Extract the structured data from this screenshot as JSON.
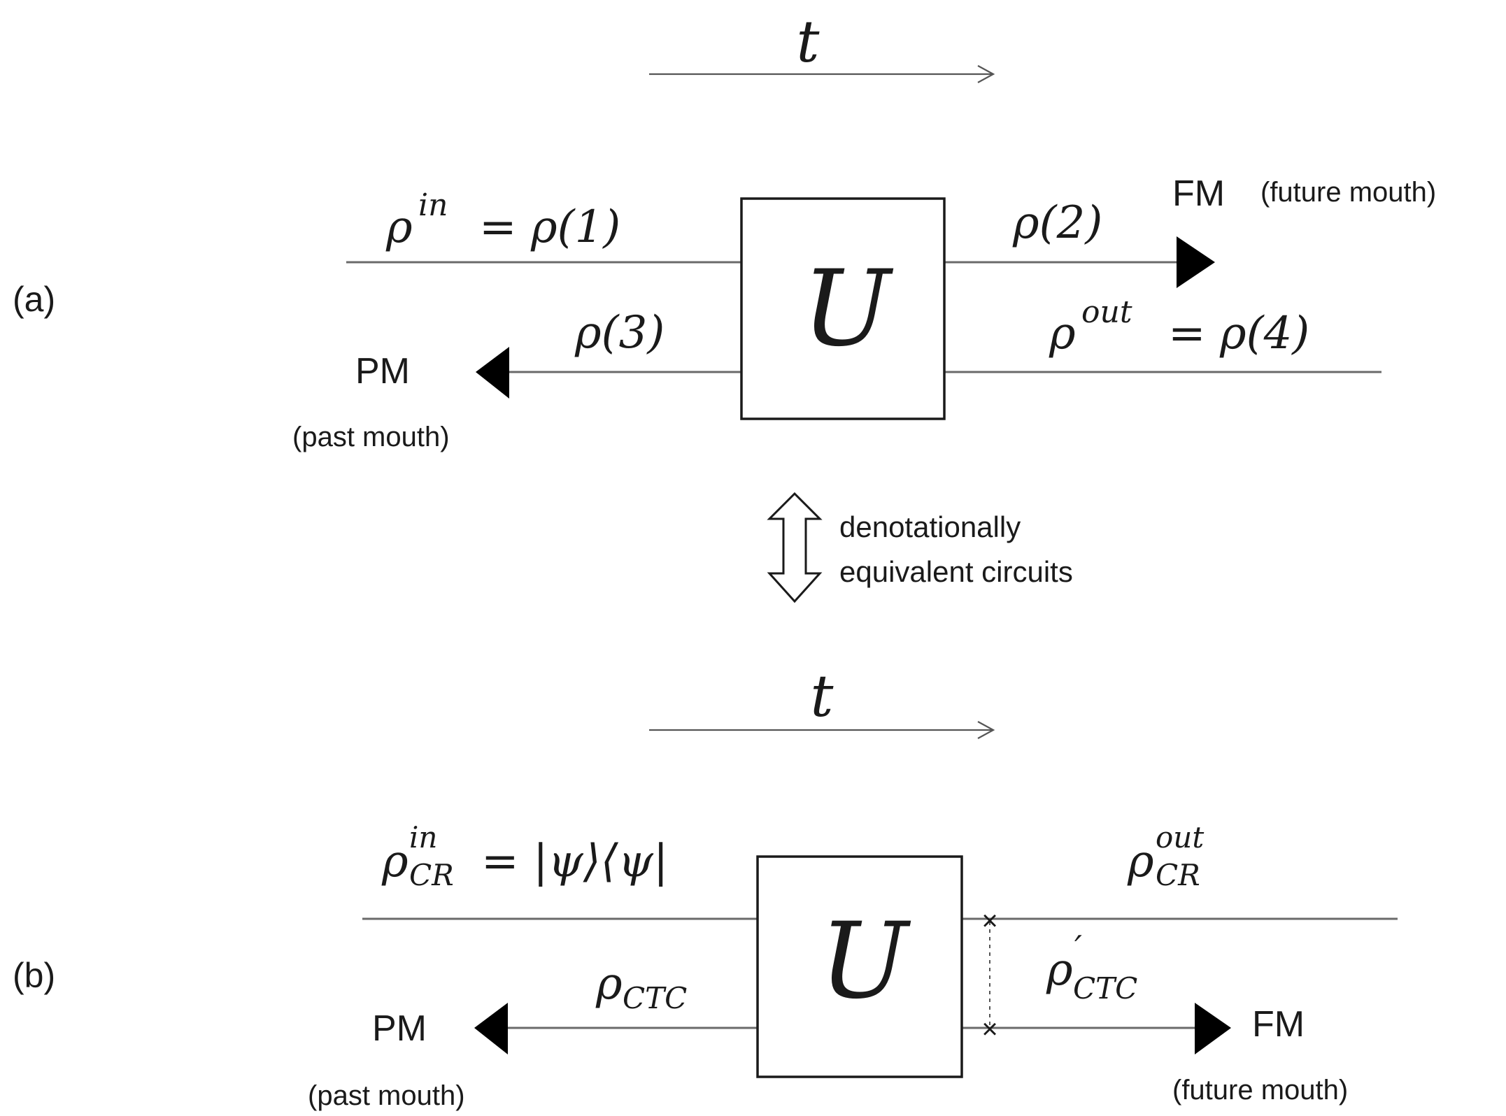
{
  "time_label": "t",
  "panel_a": {
    "label": "(a)",
    "gate": "U",
    "rho_in_lhs": "ρ",
    "rho_in_sup": "in",
    "rho_in_rhs": "=  ρ(1)",
    "rho2": "ρ(2)",
    "rho3": "ρ(3)",
    "rho_out_lhs": "ρ",
    "rho_out_sup": "out",
    "rho_out_rhs": "= ρ(4)",
    "fm": "FM",
    "fm_note": "(future mouth)",
    "pm": "PM",
    "pm_note": "(past mouth)"
  },
  "equivalence": {
    "line1": "denotationally",
    "line2": "equivalent circuits"
  },
  "panel_b": {
    "label": "(b)",
    "gate": "U",
    "rho_cr_in_lhs": "ρ",
    "rho_cr_in_sup": "in",
    "rho_cr_in_sub": "CR",
    "rho_cr_in_rhs": "= |ψ⟩⟨ψ|",
    "rho_cr_out_lhs": "ρ",
    "rho_cr_out_sup": "out",
    "rho_cr_out_sub": "CR",
    "rho_ctc_lhs": "ρ",
    "rho_ctc_sub": "CTC",
    "rho_ctc_prime_lhs": "ρ",
    "rho_ctc_prime_sup": "′",
    "rho_ctc_prime_sub": "CTC",
    "swap_mark": "×",
    "pm": "PM",
    "pm_note": "(past mouth)",
    "fm": "FM",
    "fm_note": "(future mouth)"
  }
}
